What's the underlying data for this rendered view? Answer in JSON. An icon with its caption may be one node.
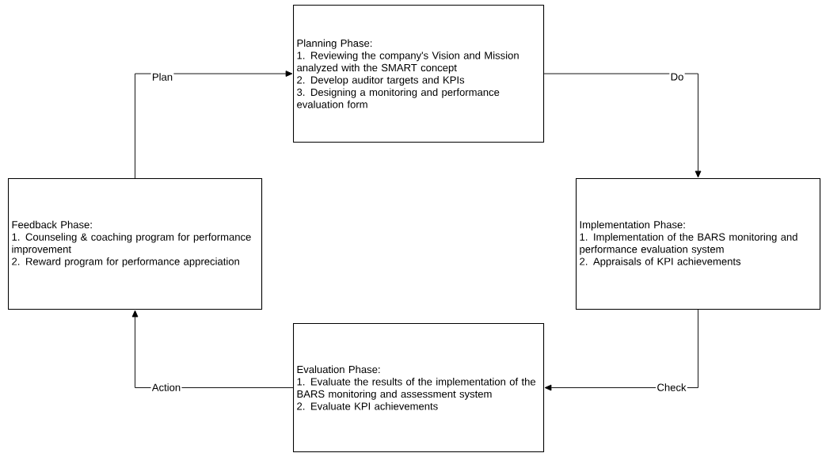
{
  "diagram": {
    "nodes": [
      {
        "text": [
          "Planning Phase:",
          "1. Reviewing the company's Vision and Mission analyzed with the SMART concept",
          "2. Develop auditor targets and KPIs",
          "3. Designing a monitoring and performance evaluation form"
        ]
      },
      {
        "text": [
          "Implementation Phase:",
          "1. Implementation of the BARS monitoring and performance evaluation system",
          "2. Appraisals of KPI achievements"
        ]
      },
      {
        "text": [
          "Evaluation Phase:",
          "1. Evaluate the results of the implementation of the BARS monitoring and assessment system",
          "2. Evaluate KPI achievements"
        ]
      },
      {
        "text": [
          "Feedback Phase:",
          "1. Counseling & coaching program for performance improvement",
          "2. Reward program for performance appreciation"
        ]
      }
    ],
    "edges": [
      {
        "from": 0,
        "to": 1,
        "arrow": "to",
        "label": "Do"
      },
      {
        "from": 1,
        "to": 2,
        "arrow": "to",
        "label": "Check"
      },
      {
        "from": 2,
        "to": 3,
        "arrow": "to",
        "label": "Action"
      },
      {
        "from": 3,
        "to": 0,
        "arrow": "to",
        "label": "Plan"
      }
    ]
  }
}
